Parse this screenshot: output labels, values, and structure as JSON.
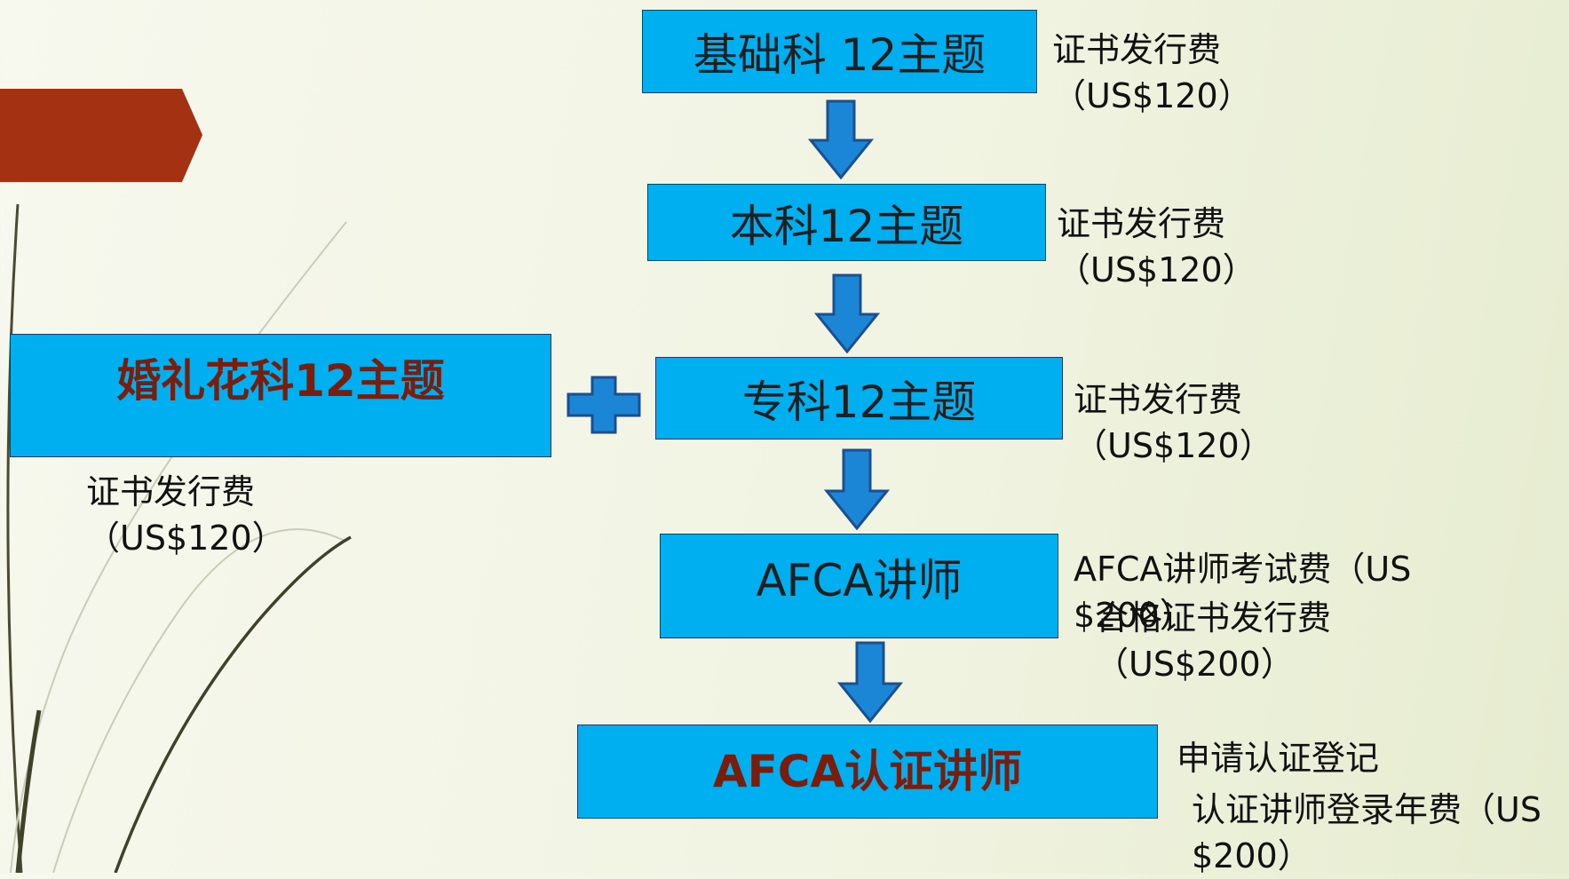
{
  "theme": {
    "box_fill": "#00aff0",
    "box_border": "#1f3a66",
    "arrow_fill": "#1c86d6",
    "arrow_stroke": "#1b4f8f",
    "accent_tab": "#a43112",
    "emphasis_text": "#7a1d0c"
  },
  "steps": {
    "s1": {
      "label": "基础科 12主题",
      "note_line1": "证书发行费",
      "note_line2": "（US$120）"
    },
    "s2": {
      "label": "本科12主题",
      "note_line1": "证书发行费",
      "note_line2": "（US$120）"
    },
    "s3": {
      "label": "专科12主题",
      "note_line1": "证书发行费",
      "note_line2": "（US$120）"
    },
    "s4": {
      "label": "AFCA讲师",
      "note_line1": "AFCA讲师考试费（US",
      "note_line2": "$200）",
      "note_line3": "合格证书发行费",
      "note_line4": "（US$200）"
    },
    "s5": {
      "label": "AFCA认证讲师",
      "note_line1": "申请认证登记",
      "note_line2": "认证讲师登录年费（US",
      "note_line3": "$200）"
    }
  },
  "side": {
    "label": "婚礼花科12主题",
    "note_line1": "证书发行费",
    "note_line2": "（US$120）"
  },
  "connectors": {
    "plus": "plus-icon",
    "down": "down-arrow-icon"
  }
}
